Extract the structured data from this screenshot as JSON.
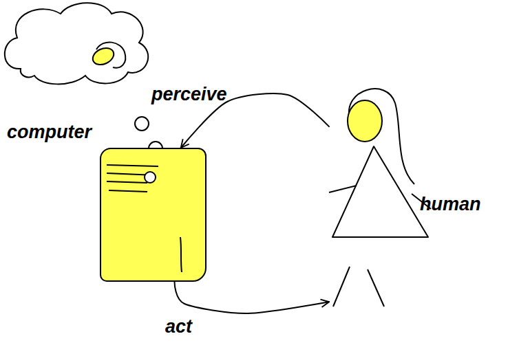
{
  "diagram": {
    "nodes": [
      {
        "text": [
          "computer"
        ]
      },
      {
        "text": [
          "human"
        ]
      }
    ],
    "edges": [
      {
        "from": 1,
        "to": 0,
        "arrow": "to",
        "label": "perceive"
      },
      {
        "from": 0,
        "to": 1,
        "arrow": "to",
        "label": "act"
      }
    ]
  }
}
